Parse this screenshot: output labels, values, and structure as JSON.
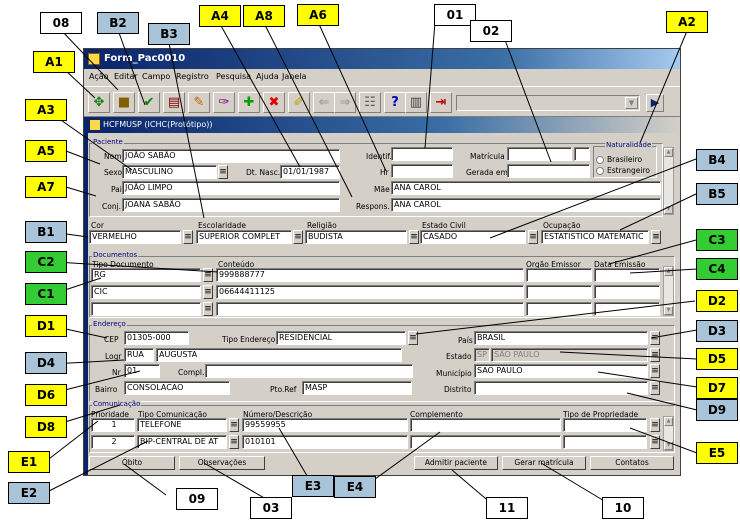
{
  "window": {
    "title": "Form_Pac0010",
    "menu": [
      "Ação",
      "Editar",
      "Campo",
      "Registro",
      "Pesquisa",
      "Ajuda",
      "Janela"
    ],
    "inner_title": "HCFMUSP (ICHC(Protótipo))"
  },
  "paciente": {
    "legend": "Paciente",
    "nome_label": "Nome",
    "nome": "JOÃO SABÃO",
    "sexo_label": "Sexo",
    "sexo": "MASCULINO",
    "dtnasc_label": "Dt. Nasc.",
    "dtnasc": "01/01/1987",
    "pai_label": "Pai",
    "pai": "JOÃO LIMPO",
    "conj_label": "Conj.",
    "conj": "JOANA SABÃO",
    "identif_label": "Identif.",
    "hr_label": "Hr",
    "mae_label": "Mãe",
    "mae": "ANA CAROL",
    "respons_label": "Respons.",
    "respons": "ANA CAROL",
    "matricula_label": "Matrícula",
    "gerada_label": "Gerada em",
    "naturalidade_label": "Naturalidade",
    "brasileiro": "Brasileiro",
    "estrangeiro": "Estrangeiro"
  },
  "perfil": {
    "cor_label": "Cor",
    "cor": "VERMELHO",
    "escolaridade_label": "Escolaridade",
    "escolaridade": "SUPERIOR COMPLET",
    "religiao_label": "Religião",
    "religiao": "BUDISTA",
    "estadocivil_label": "Estado Civil",
    "estadocivil": "CASADO",
    "ocupacao_label": "Ocupação",
    "ocupacao": "ESTATISTICO MATEMATIC"
  },
  "documentos": {
    "legend": "Documentos",
    "col_tipo": "Tipo Documento",
    "col_conteudo": "Conteúdo",
    "col_orgao": "Orgão Emissor",
    "col_data": "Data Emissão",
    "rows": [
      {
        "tipo": "RG",
        "conteudo": "999888777"
      },
      {
        "tipo": "CIC",
        "conteudo": "06644411125"
      }
    ]
  },
  "endereco": {
    "legend": "Endereço",
    "cep_label": "CEP",
    "cep": "01305-000",
    "tipo_label": "Tipo Endereço",
    "tipo": "RESIDENCIAL",
    "logr_label": "Logr",
    "logr_tipo": "RUA",
    "logr": "AUGUSTA",
    "nr_label": "Nr",
    "nr": "01",
    "compl_label": "Compl.",
    "bairro_label": "Bairro",
    "bairro": "CONSOLACAO",
    "ptoref_label": "Pto.Ref",
    "ptoref": "MASP",
    "pais_label": "País",
    "pais": "BRASIL",
    "estado_label": "Estado",
    "estado_sigla": "SP",
    "estado": "SÃO PAULO",
    "municipio_label": "Município",
    "municipio": "SAO PAULO",
    "distrito_label": "Distrito"
  },
  "comunicacao": {
    "legend": "Comunicação",
    "col_prioridade": "Prioridade",
    "col_tipo": "Tipo Comunicação",
    "col_numero": "Número/Descrição",
    "col_complemento": "Complemento",
    "col_propriedade": "Tipo de Propriedade",
    "rows": [
      {
        "prioridade": "1",
        "tipo": "TELEFONE",
        "numero": "99559955"
      },
      {
        "prioridade": "2",
        "tipo": "BIP-CENTRAL DE AT",
        "numero": "010101"
      }
    ]
  },
  "buttons": {
    "obito": "Óbito",
    "observacoes": "Observações",
    "admitir": "Admitir paciente",
    "gerar": "Gerar matrícula",
    "contatos": "Contatos"
  },
  "callouts": [
    "08",
    "B2",
    "A4",
    "A8",
    "A6",
    "01",
    "02",
    "A2",
    "A1",
    "B3",
    "A3",
    "A5",
    "A7",
    "B4",
    "B5",
    "B1",
    "C3",
    "C2",
    "C4",
    "C1",
    "D2",
    "D1",
    "D3",
    "D4",
    "D5",
    "D6",
    "D7",
    "D8",
    "D9",
    "E1",
    "E5",
    "E2",
    "E3",
    "E4",
    "09",
    "03",
    "11",
    "10"
  ]
}
